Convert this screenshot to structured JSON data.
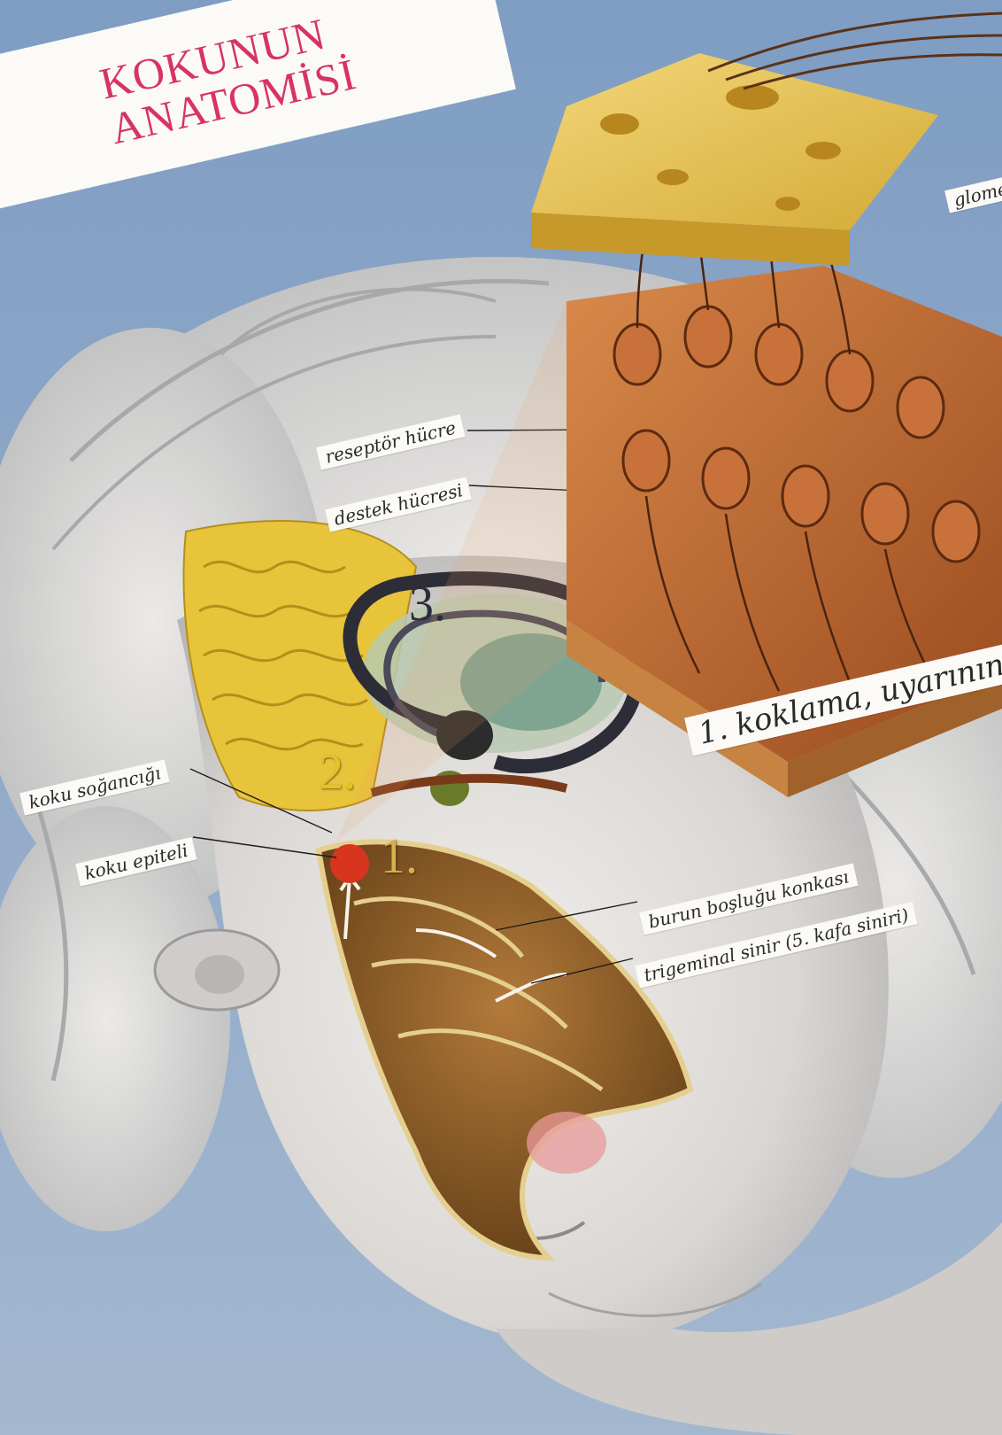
{
  "title": {
    "line1": "KOKUNUN",
    "line2": "ANATOMİSİ"
  },
  "labels": {
    "glomerulus_partial": "glome",
    "receptor_cell": "reseptör hücre",
    "support_cell": "destek hücresi",
    "olfactory_bulb": "koku soğancığı",
    "olfactory_epithelium": "koku epiteli",
    "nasal_concha": "burun boşluğu konkası",
    "trigeminal_nerve": "trigeminal sinir (5. kafa siniri)",
    "caption_1": "1. koklama, uyarının"
  },
  "numerals": {
    "n1": "1.",
    "n2": "2.",
    "n3": "3."
  },
  "colors": {
    "background": "#8ea9c8",
    "title": "#d8326a",
    "banner": "#fbfaf7",
    "bone": "#e6c25a",
    "tissue": "#b9612e",
    "brain": "#e8c43a",
    "nose_cavity": "#8b5a24"
  }
}
